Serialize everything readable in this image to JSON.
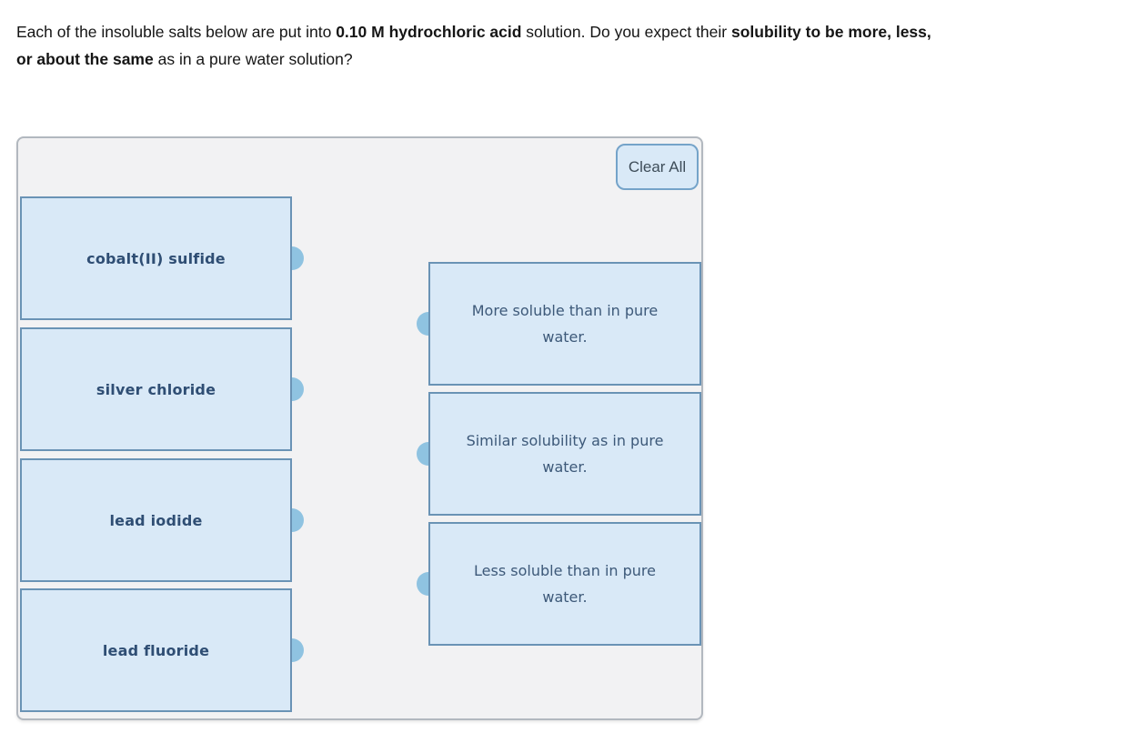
{
  "question": {
    "segments": [
      {
        "text": "Each of the insoluble salts below are put into ",
        "bold": false
      },
      {
        "text": "0.10 M hydrochloric acid",
        "bold": true
      },
      {
        "text": " solution. Do you expect their ",
        "bold": false
      },
      {
        "text": "solubility to be more, less,",
        "bold": true
      },
      {
        "text": "or about the same",
        "bold": true
      },
      {
        "text": " as in a pure water solution?",
        "bold": false
      }
    ]
  },
  "panel": {
    "clear_all_label": "Clear All",
    "salt_cards": [
      {
        "label": "cobalt(II) sulfide"
      },
      {
        "label": "silver chloride"
      },
      {
        "label": "lead iodide"
      },
      {
        "label": "lead fluoride"
      }
    ],
    "target_cards": [
      {
        "line1": "More soluble than in pure",
        "line2": "water."
      },
      {
        "line1": "Similar solubility as in pure",
        "line2": "water."
      },
      {
        "line1": "Less soluble than in pure",
        "line2": "water."
      }
    ]
  },
  "colors": {
    "card_bg": "#d9e9f7",
    "card_border": "#6a93b5",
    "connector_dot": "#8fc3e1",
    "panel_bg": "#f2f2f3",
    "panel_border": "#b2b8bf",
    "salt_label_text": "#2f4e74",
    "target_text": "#3d5979",
    "button_border": "#74a3c9",
    "button_text": "#3e4d59"
  }
}
